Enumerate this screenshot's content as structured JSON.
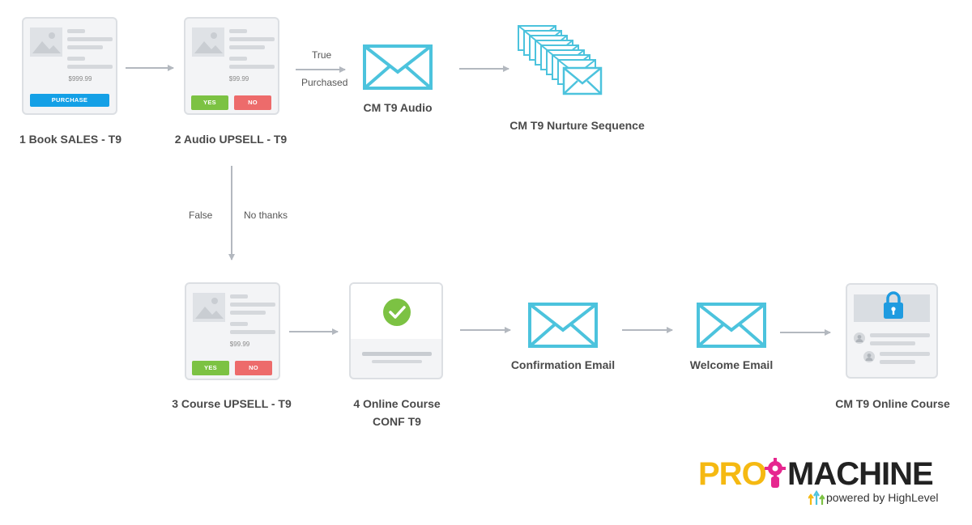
{
  "colors": {
    "arrow": "#b3b8bf",
    "envelope": "#4cc3dd",
    "check": "#7cc243",
    "lock": "#1f9be0",
    "logo_yellow": "#f5b912",
    "logo_pink": "#e6278f"
  },
  "nodes": {
    "book_sales": {
      "price": "$999.99",
      "button": "PURCHASE",
      "caption": "1 Book SALES - T9"
    },
    "audio_upsell": {
      "price": "$99.99",
      "yes": "YES",
      "no": "NO",
      "caption": "2 Audio UPSELL - T9"
    },
    "cm_audio": {
      "caption": "CM T9 Audio"
    },
    "nurture": {
      "caption": "CM T9 Nurture Sequence"
    },
    "course_upsell": {
      "price": "$99.99",
      "yes": "YES",
      "no": "NO",
      "caption": "3 Course UPSELL - T9"
    },
    "course_conf": {
      "caption_line1": "4 Online Course",
      "caption_line2": "CONF T9"
    },
    "confirmation_email": {
      "caption": "Confirmation Email"
    },
    "welcome_email": {
      "caption": "Welcome Email"
    },
    "online_course": {
      "caption": "CM T9 Online Course"
    }
  },
  "edges": {
    "true_label": "True",
    "purchased_label": "Purchased",
    "false_label": "False",
    "no_thanks_label": "No thanks"
  },
  "logo": {
    "pro": "PRO",
    "machine": "MACHINE",
    "powered_by": "powered by HighLevel"
  }
}
